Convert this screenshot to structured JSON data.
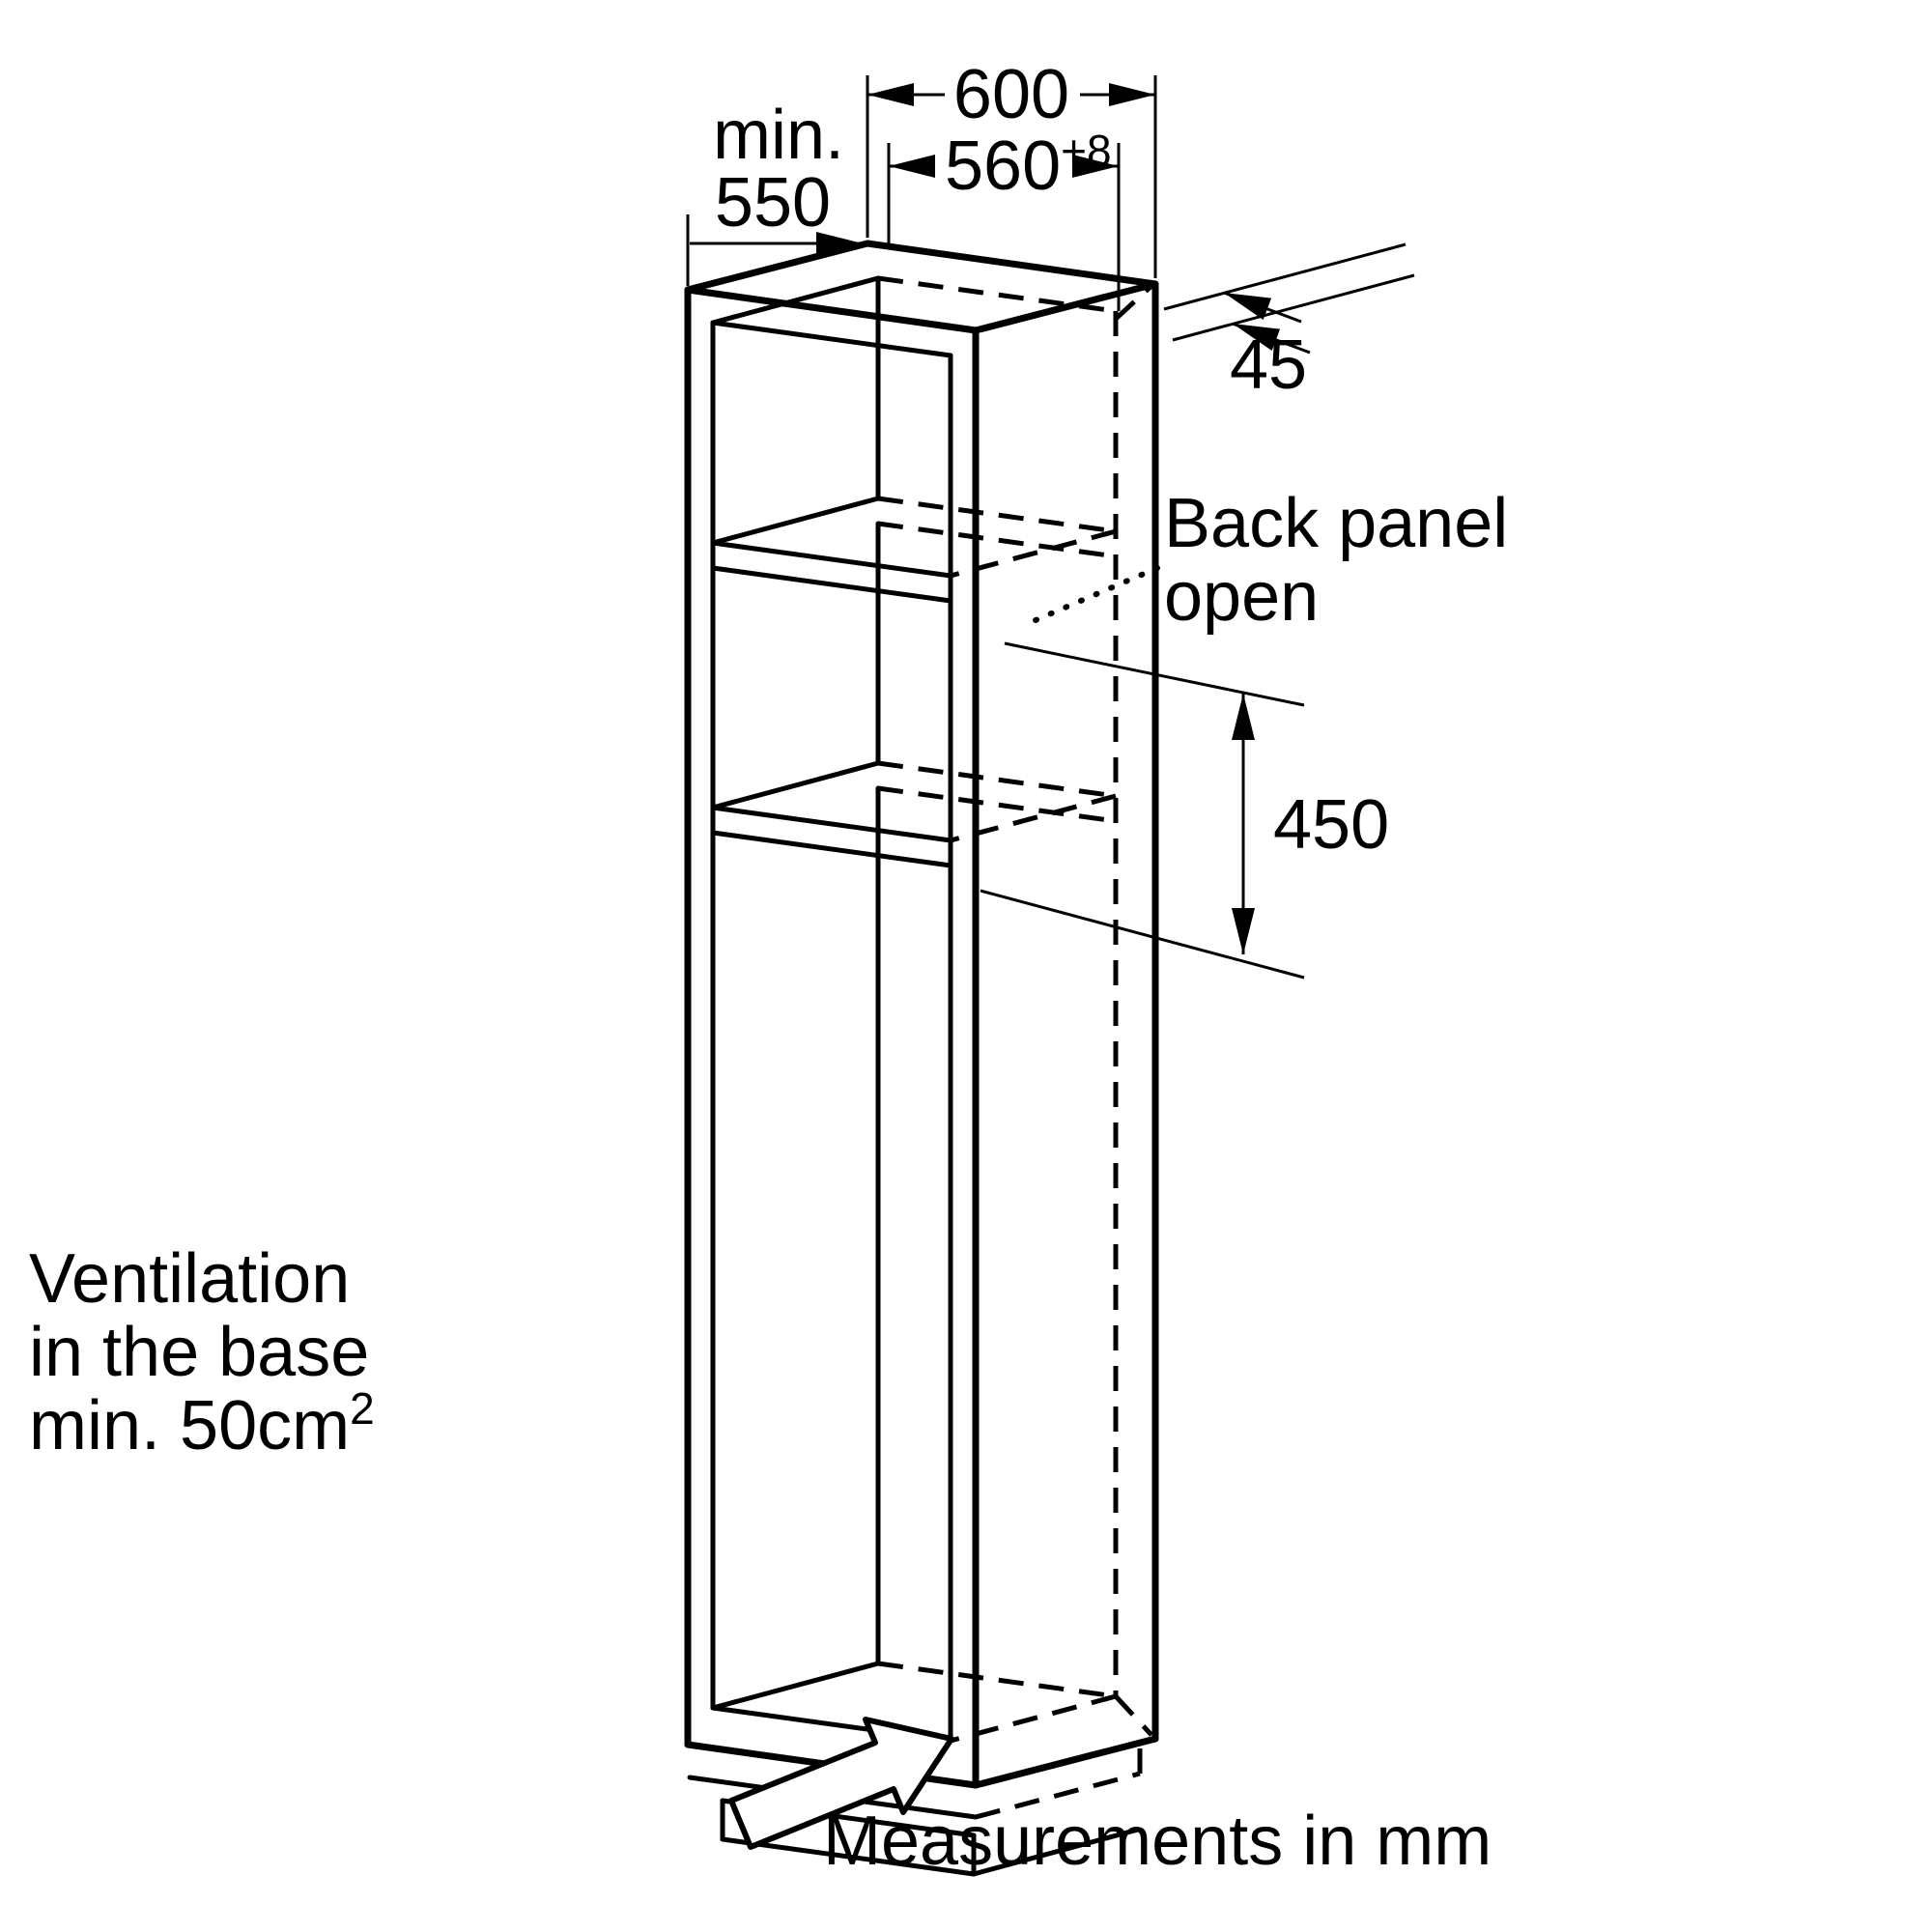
{
  "footer": "Measurements in mm",
  "dimensions": {
    "outer_width": "600",
    "niche_width": "560",
    "niche_width_tolerance": "+8",
    "depth_prefix": "min.",
    "depth_min": "550",
    "rear_offset": "45",
    "niche_height": "450"
  },
  "annotations": {
    "back_panel_line1": "Back panel",
    "back_panel_line2": "open",
    "ventilation_line1": "Ventilation",
    "ventilation_line2": "in the base",
    "ventilation_line3": "min. 50cm",
    "ventilation_sup": "2"
  },
  "colors": {
    "line": "#000000",
    "background": "#ffffff"
  }
}
